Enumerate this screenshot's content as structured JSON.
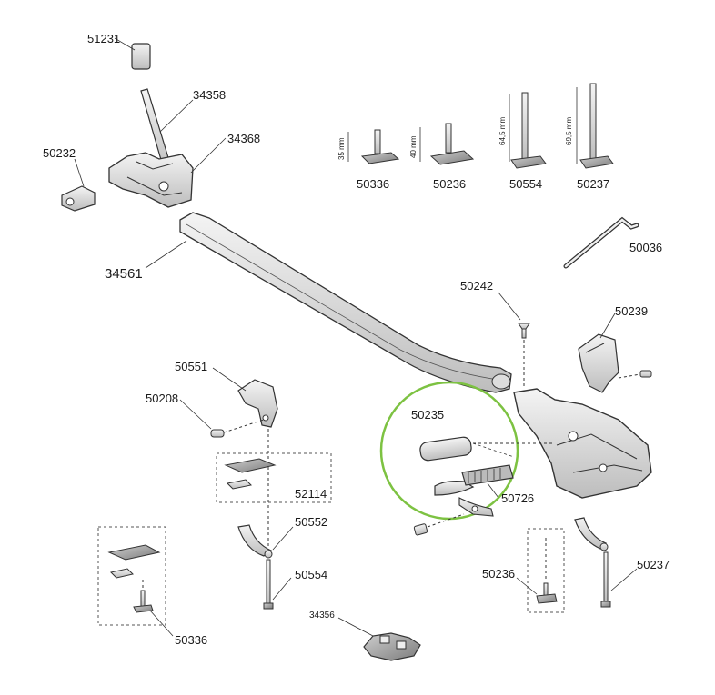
{
  "diagram": {
    "labels": {
      "p51231": "51231",
      "p34358": "34358",
      "p34368": "34368",
      "p50232": "50232",
      "p50336_top": "50336",
      "p50236_top": "50236",
      "p50554_top": "50554",
      "p50237_top": "50237",
      "p50036": "50036",
      "p34561": "34561",
      "p50242": "50242",
      "p50239": "50239",
      "p50551": "50551",
      "p50208": "50208",
      "p50235": "50235",
      "p52114": "52114",
      "p50726": "50726",
      "p50552": "50552",
      "p50554_bottom": "50554",
      "p50236_bottom": "50236",
      "p50237_bottom": "50237",
      "p34356": "34356",
      "p50336_bottom": "50336"
    },
    "dimensions": {
      "d35": "35 mm",
      "d40": "40 mm",
      "d645": "64,5 mm",
      "d695": "69,5 mm"
    },
    "colors": {
      "line": "#333333",
      "highlight": "#7dc242",
      "part_fill": "#e8e8e8",
      "part_dark": "#9a9a9a"
    }
  }
}
